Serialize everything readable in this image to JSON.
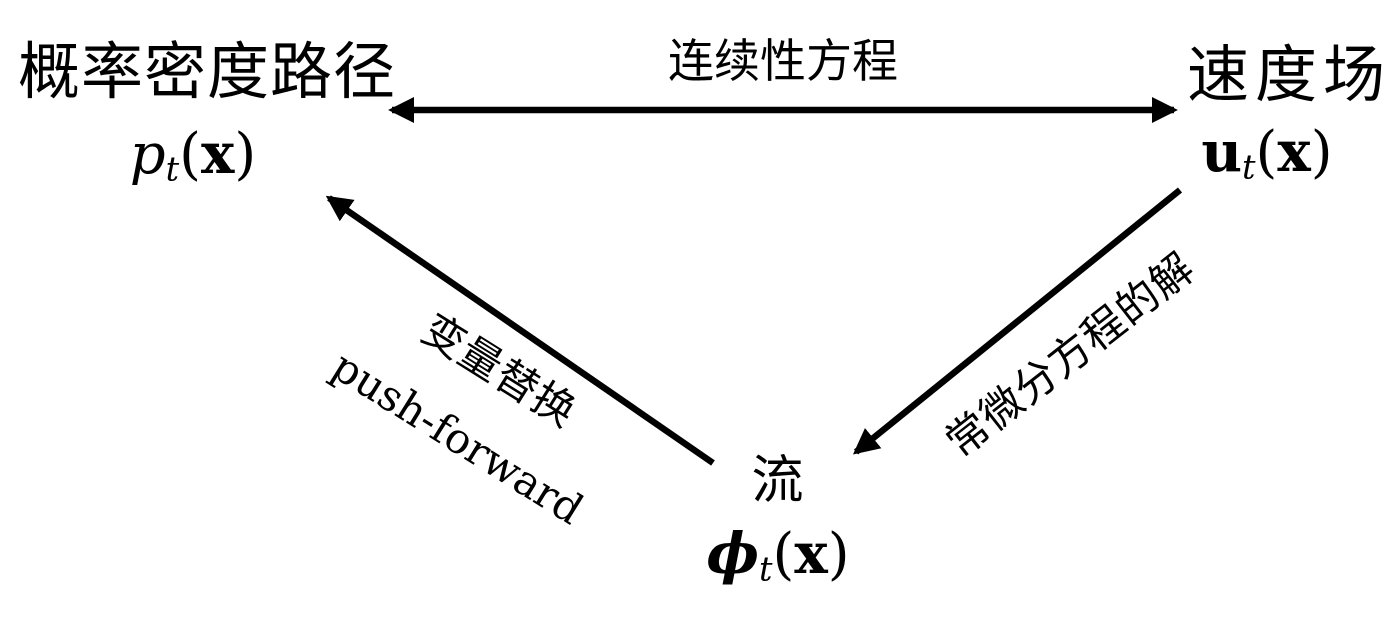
{
  "colors": {
    "background": "#ffffff",
    "ink": "#000000"
  },
  "nodes": {
    "density_path": {
      "title": "概率密度路径",
      "formula": {
        "main": "p",
        "sub": "t",
        "open": "(",
        "arg": "x",
        "close": ")"
      }
    },
    "velocity_field": {
      "title": "速度场",
      "formula": {
        "main": "u",
        "sub": "t",
        "open": "(",
        "arg": "x",
        "close": ")"
      }
    },
    "flow": {
      "title": "流",
      "formula": {
        "main": "ϕ",
        "sub": "t",
        "open": "(",
        "arg": "x",
        "close": ")"
      }
    }
  },
  "edges": {
    "continuity": {
      "label": "连续性方程"
    },
    "push_forward": {
      "label_zh": "变量替换",
      "label_en": "push-forward"
    },
    "ode_solution": {
      "label": "常微分方程的解"
    }
  }
}
